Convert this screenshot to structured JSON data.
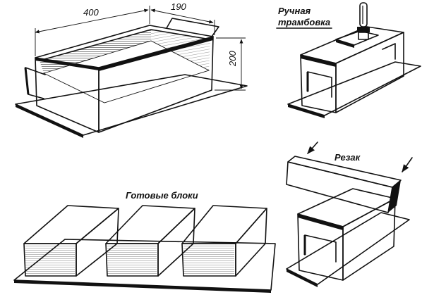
{
  "mold": {
    "dim_length": "400",
    "dim_width": "190",
    "dim_height": "200"
  },
  "tamping": {
    "label_line1": "Ручная",
    "label_line2": "трамбовка"
  },
  "cutter": {
    "label": "Резак"
  },
  "blocks": {
    "label": "Готовые блоки"
  }
}
